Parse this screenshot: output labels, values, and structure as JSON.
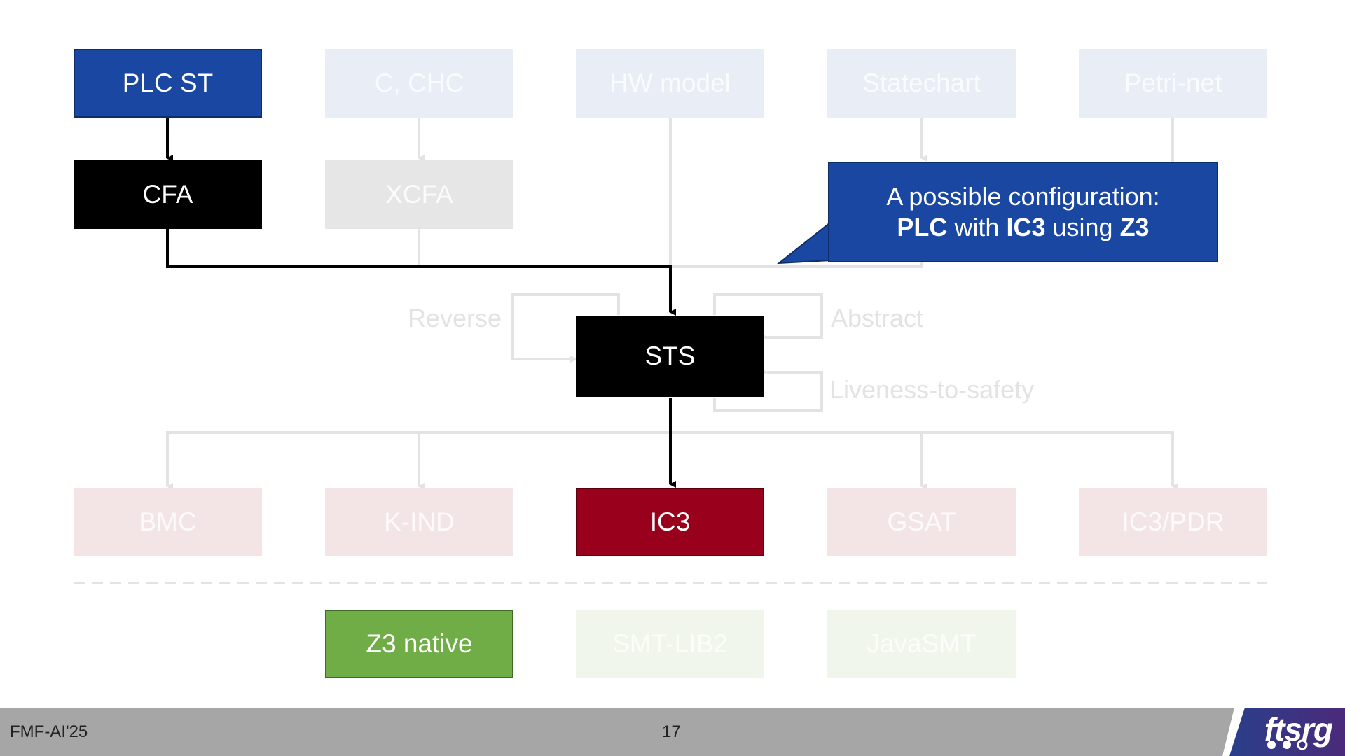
{
  "diagram": {
    "frontends": [
      "PLC ST",
      "C, CHC",
      "HW model",
      "Statechart",
      "Petri-net"
    ],
    "intermediate": [
      "CFA",
      "XCFA"
    ],
    "core": "STS",
    "transformations": [
      "Reverse",
      "Abstract",
      "Liveness-to-safety"
    ],
    "algorithms": [
      "BMC",
      "K-IND",
      "IC3",
      "GSAT",
      "IC3/PDR"
    ],
    "solvers": [
      "Z3 native",
      "SMT-LIB2",
      "JavaSMT"
    ],
    "highlight_path": [
      "PLC ST",
      "CFA",
      "STS",
      "IC3",
      "Z3 native"
    ]
  },
  "callout": {
    "line1": "A possible configuration:",
    "w1": "PLC",
    "t1": " with ",
    "w2": "IC3",
    "t2": " using ",
    "w3": "Z3"
  },
  "footer": {
    "event": "FMF-AI'25",
    "page": "17",
    "logo": "ftsrg"
  },
  "colors": {
    "frontend_accent": "#1a47a1",
    "algorithm_accent": "#98001b",
    "solver_accent": "#70ad47",
    "core_accent": "#000000"
  }
}
